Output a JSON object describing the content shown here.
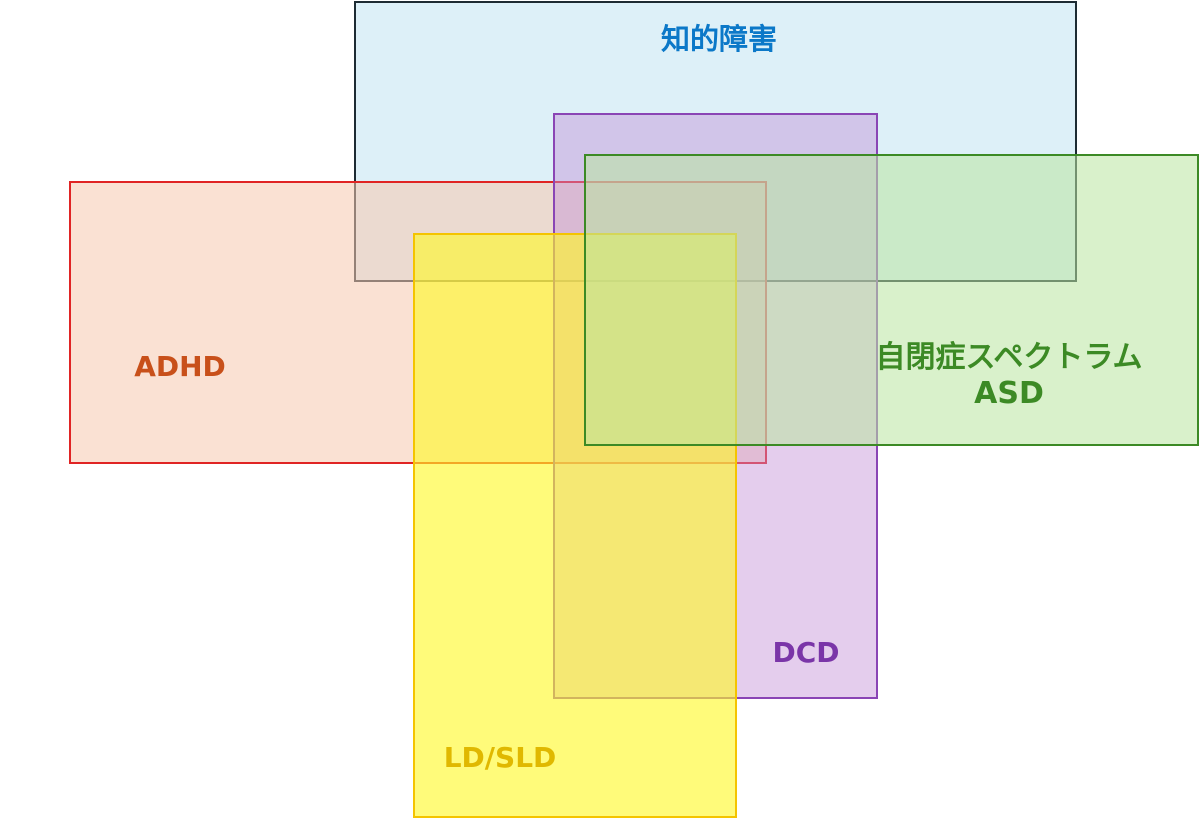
{
  "diagram": {
    "sets": [
      {
        "id": "intellectual-disability",
        "label": "知的障害",
        "color": "#0b78c8"
      },
      {
        "id": "adhd",
        "label": "ADHD",
        "color": "#e02424"
      },
      {
        "id": "dcd",
        "label": "DCD",
        "color": "#8a45b5"
      },
      {
        "id": "ld-sld",
        "label": "LD/SLD",
        "color": "#f4c400"
      },
      {
        "id": "asd",
        "label": "自閉症スペクトラム",
        "sublabel": "ASD",
        "color": "#3c8a25"
      }
    ]
  }
}
